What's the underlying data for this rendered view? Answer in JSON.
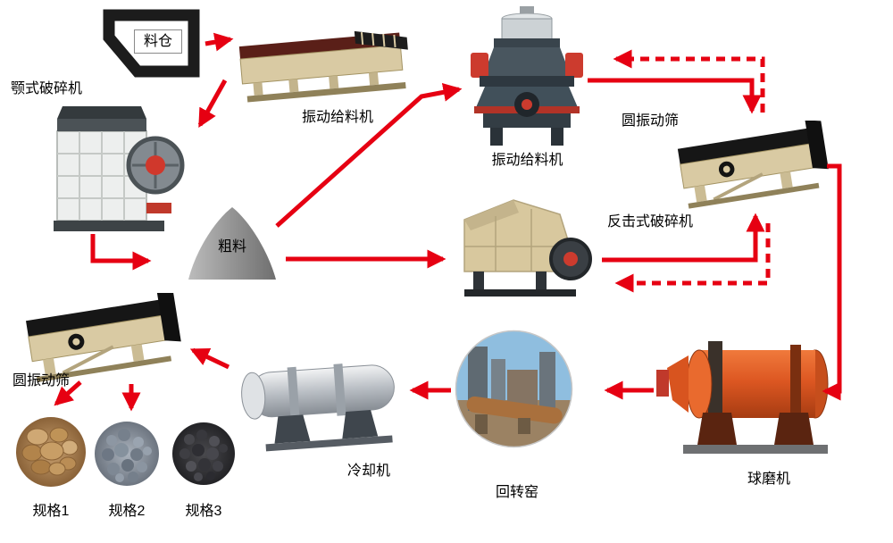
{
  "diagram": {
    "type": "process-flow",
    "nodes": {
      "silo": {
        "label": "料仓",
        "kind": "hopper"
      },
      "feeder": {
        "label": "振动给料机",
        "kind": "vibrating-feeder"
      },
      "jaw_crusher": {
        "label": "颚式破碎机",
        "kind": "jaw-crusher"
      },
      "coarse_material": {
        "label": "粗料",
        "kind": "material-pile"
      },
      "cone_crusher": {
        "label": "振动给料机",
        "kind": "cone-crusher"
      },
      "screen_right": {
        "label": "圆振动筛",
        "kind": "circular-vibrating-screen"
      },
      "impact_crusher": {
        "label": "反击式破碎机",
        "kind": "impact-crusher"
      },
      "ball_mill": {
        "label": "球磨机",
        "kind": "ball-mill"
      },
      "rotary_kiln": {
        "label": "回转窑",
        "kind": "rotary-kiln"
      },
      "cooler": {
        "label": "冷却机",
        "kind": "cooler"
      },
      "screen_left": {
        "label": "圆振动筛",
        "kind": "circular-vibrating-screen"
      },
      "product_1": {
        "label": "规格1",
        "kind": "product-sample"
      },
      "product_2": {
        "label": "规格2",
        "kind": "product-sample"
      },
      "product_3": {
        "label": "规格3",
        "kind": "product-sample"
      }
    },
    "edges": [
      {
        "from": "silo",
        "to": "feeder",
        "style": "solid"
      },
      {
        "from": "feeder",
        "to": "jaw_crusher",
        "style": "solid"
      },
      {
        "from": "jaw_crusher",
        "to": "coarse_material",
        "style": "solid"
      },
      {
        "from": "coarse_material",
        "to": "impact_crusher",
        "style": "solid"
      },
      {
        "from": "coarse_material",
        "to": "cone_crusher",
        "style": "solid"
      },
      {
        "from": "cone_crusher",
        "to": "screen_right",
        "style": "solid"
      },
      {
        "from": "impact_crusher",
        "to": "screen_right",
        "style": "solid"
      },
      {
        "from": "screen_right",
        "to": "cone_crusher",
        "style": "dashed"
      },
      {
        "from": "screen_right",
        "to": "impact_crusher",
        "style": "dashed"
      },
      {
        "from": "screen_right",
        "to": "ball_mill",
        "style": "solid"
      },
      {
        "from": "ball_mill",
        "to": "rotary_kiln",
        "style": "solid"
      },
      {
        "from": "rotary_kiln",
        "to": "cooler",
        "style": "solid"
      },
      {
        "from": "cooler",
        "to": "screen_left",
        "style": "solid"
      },
      {
        "from": "screen_left",
        "to": "product_1",
        "style": "solid"
      },
      {
        "from": "screen_left",
        "to": "product_2",
        "style": "solid"
      }
    ],
    "colors": {
      "arrow": "#e60012",
      "machine_beige": "#d9caa3",
      "ball_mill_orange": "#dd5722",
      "accent_red": "#cc3b2e",
      "label_text": "#000000",
      "background": "#ffffff"
    }
  }
}
